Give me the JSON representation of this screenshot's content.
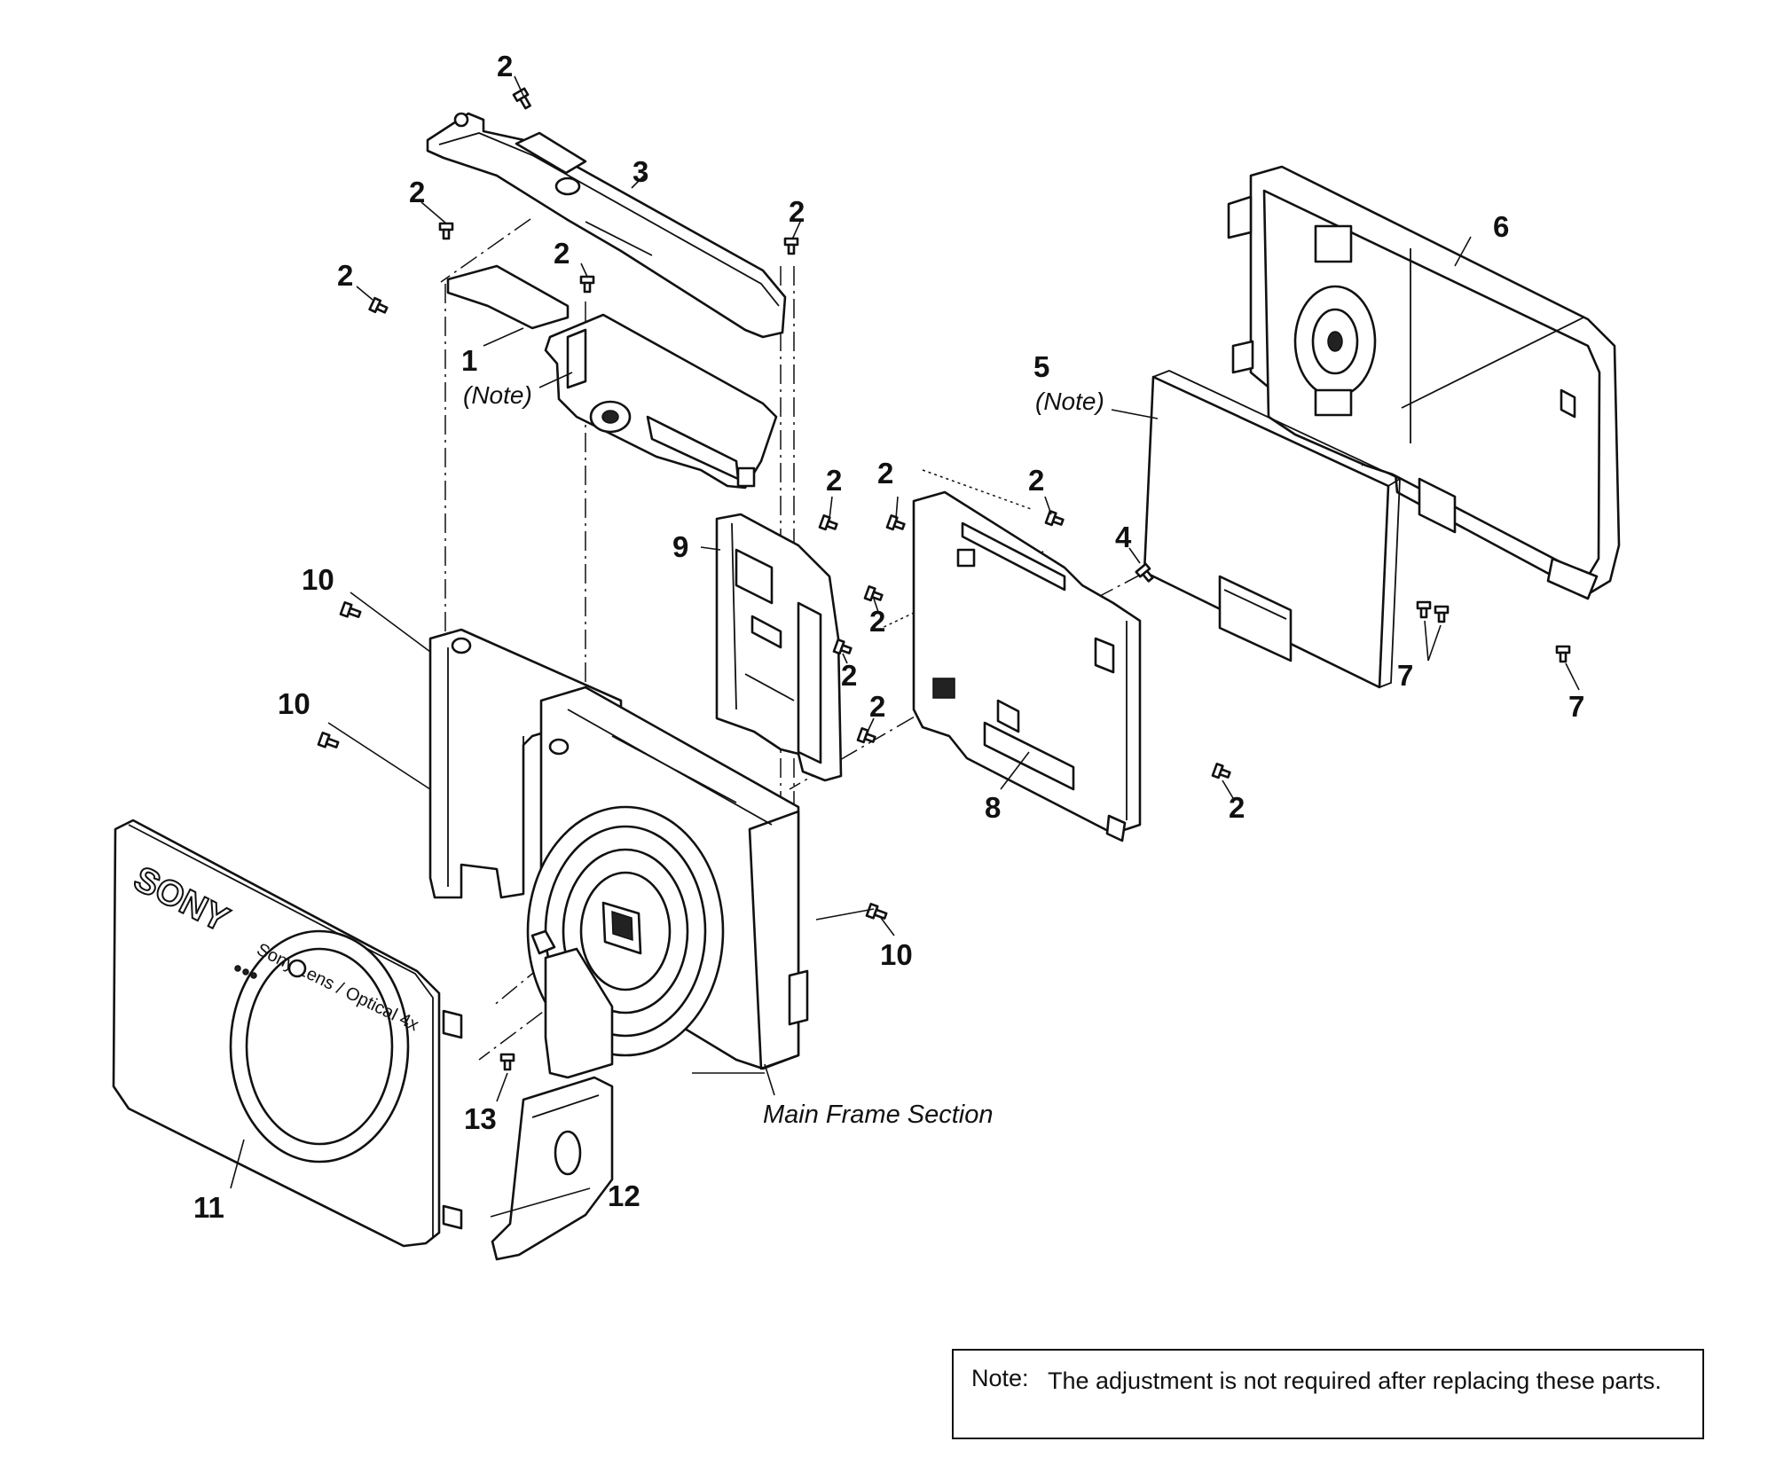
{
  "callouts": {
    "part_1": "1",
    "part_2": "2",
    "part_3": "3",
    "part_4": "4",
    "part_5": "5",
    "part_6": "6",
    "part_7": "7",
    "part_8": "8",
    "part_9": "9",
    "part_10": "10",
    "part_11": "11",
    "part_12": "12",
    "part_13": "13",
    "note_ref": "(Note)"
  },
  "labels": {
    "main_frame_section": "Main Frame Section",
    "brand_logo": "SONY",
    "lens_ring_text": "Sony Lens / Optical 4x"
  },
  "note_box": {
    "label": "Note:",
    "text": "The adjustment is not required after replacing these parts."
  }
}
